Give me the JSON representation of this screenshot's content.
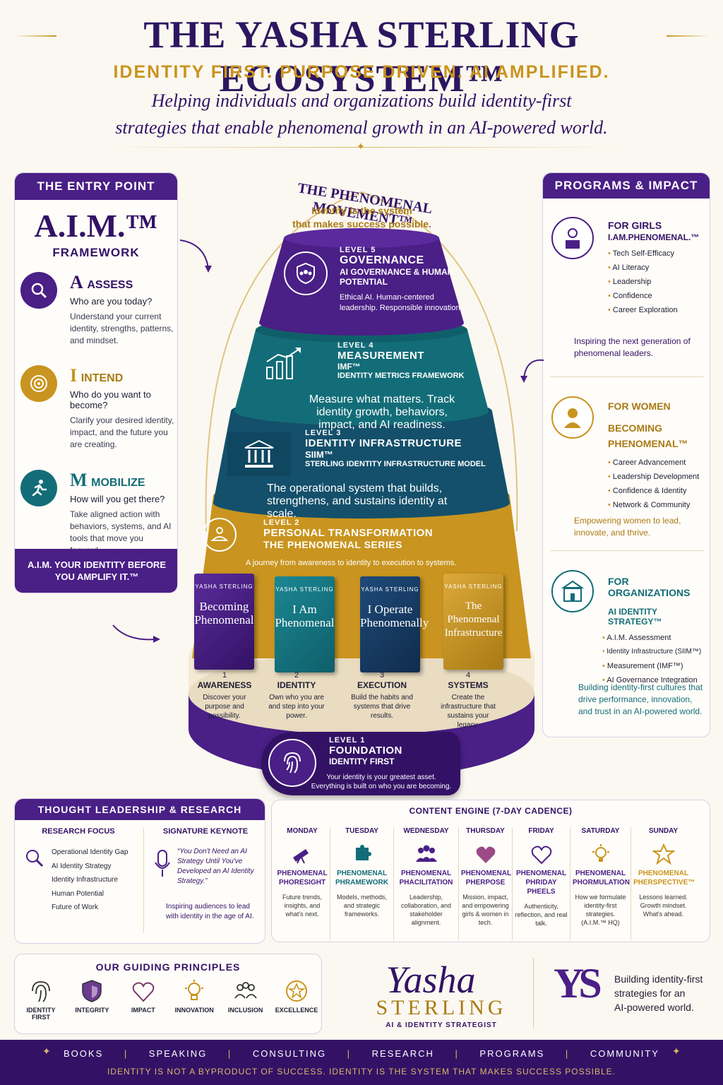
{
  "header": {
    "title": "THE YASHA STERLING ECOSYSTEM™",
    "tagline": "IDENTITY FIRST. PURPOSE DRIVEN. AI AMPLIFIED.",
    "mission_line1": "Helping individuals and organizations build identity-first",
    "mission_line2": "strategies that enable phenomenal growth in an AI-powered world."
  },
  "entry": {
    "heading": "THE ENTRY POINT",
    "title": "A.I.M.™",
    "subtitle": "FRAMEWORK",
    "items": [
      {
        "letter": "A",
        "word": "ASSESS",
        "question": "Who are you today?",
        "desc": "Understand your current identity, strengths, patterns, and mindset.",
        "icon": "magnifier-icon"
      },
      {
        "letter": "I",
        "word": "INTEND",
        "question": "Who do you want to become?",
        "desc": "Clarify your desired identity, impact, and the future you are creating.",
        "icon": "target-icon"
      },
      {
        "letter": "M",
        "word": "MOBILIZE",
        "question": "How will you get there?",
        "desc": "Take aligned action with behaviors, systems, and AI tools that move you forward.",
        "icon": "runner-icon"
      }
    ],
    "footer": "A.I.M. YOUR IDENTITY BEFORE YOU AMPLIFY IT.™"
  },
  "pyramid": {
    "arc_title": "THE PHENOMENAL MOVEMENT™",
    "arc_sub1": "Identity is the system",
    "arc_sub2": "that makes success possible.",
    "level5": {
      "level": "LEVEL 5",
      "title": "GOVERNANCE",
      "sub": "AI GOVERNANCE & HUMAN POTENTIAL",
      "desc": "Ethical AI. Human-centered leadership. Responsible innovation."
    },
    "level4": {
      "level": "LEVEL 4",
      "title": "MEASUREMENT",
      "sub1": "IMF™",
      "sub2": "IDENTITY METRICS FRAMEWORK",
      "desc": "Measure what matters. Track identity growth, behaviors, impact, and AI readiness."
    },
    "level3": {
      "level": "LEVEL 3",
      "title": "IDENTITY INFRASTRUCTURE",
      "sub1": "SIIM™",
      "sub2": "STERLING IDENTITY INFRASTRUCTURE MODEL",
      "desc": "The operational system that builds, strengthens, and sustains identity at scale."
    },
    "level2": {
      "level": "LEVEL 2",
      "title": "PERSONAL TRANSFORMATION",
      "sub": "THE PHENOMENAL SERIES",
      "desc": "A journey from awareness to identity to execution to systems."
    },
    "books": [
      {
        "author": "YASHA STERLING",
        "title": "Becoming Phenomenal",
        "num": "1",
        "label": "AWARENESS",
        "desc": "Discover your purpose and possibility."
      },
      {
        "author": "YASHA STERLING",
        "title": "I Am Phenomenal",
        "num": "2",
        "label": "IDENTITY",
        "desc": "Own who you are and step into your power."
      },
      {
        "author": "YASHA STERLING",
        "title": "I Operate Phenomenally",
        "num": "3",
        "label": "EXECUTION",
        "desc": "Build the habits and systems that drive results."
      },
      {
        "author": "YASHA STERLING",
        "title": "The Phenomenal Infrastructure",
        "num": "4",
        "label": "SYSTEMS",
        "desc": "Create the infrastructure that sustains your legacy."
      }
    ],
    "level1": {
      "level": "LEVEL 1",
      "title": "FOUNDATION",
      "sub": "IDENTITY FIRST",
      "desc1": "Your identity is your greatest asset.",
      "desc2": "Everything is built on who you are becoming."
    }
  },
  "programs": {
    "heading": "PROGRAMS & IMPACT",
    "groups": [
      {
        "for": "FOR GIRLS",
        "name": "I.AM.PHENOMENAL.™",
        "items": [
          "Tech Self-Efficacy",
          "AI Literacy",
          "Leadership",
          "Confidence",
          "Career Exploration"
        ],
        "foot": "Inspiring the next generation of phenomenal leaders."
      },
      {
        "for": "FOR WOMEN",
        "name": "BECOMING PHENOMENAL™",
        "items": [
          "Career Advancement",
          "Leadership Development",
          "Confidence & Identity",
          "Network & Community"
        ],
        "foot": "Empowering women to lead, innovate, and thrive."
      },
      {
        "for": "FOR ORGANIZATIONS",
        "name": "AI IDENTITY STRATEGY™",
        "items": [
          "A.I.M. Assessment",
          "Identity Infrastructure (SIIM™)",
          "Measurement (IMF™)",
          "AI Governance Integration"
        ],
        "foot": "Building identity-first cultures that drive performance, innovation, and trust in an AI-powered world."
      }
    ]
  },
  "research": {
    "heading": "THOUGHT LEADERSHIP & RESEARCH",
    "focus_title": "RESEARCH FOCUS",
    "focus_items": [
      "Operational Identity Gap",
      "AI Identity Strategy",
      "Identity Infrastructure",
      "Human Potential",
      "Future of Work"
    ],
    "keynote_title": "SIGNATURE KEYNOTE",
    "keynote_quote": "“You Don't Need an AI Strategy Until You've Developed an AI Identity Strategy.”",
    "keynote_foot": "Inspiring audiences to lead with identity in the age of AI."
  },
  "content": {
    "heading": "CONTENT ENGINE (7-DAY CADENCE)",
    "days": [
      {
        "day": "MONDAY",
        "title": "PHENOMENAL PHORESIGHT",
        "desc": "Future trends, insights, and what's next.",
        "color": "#4a1f86"
      },
      {
        "day": "TUESDAY",
        "title": "PHENOMENAL PHRAMEWORK",
        "desc": "Models, methods, and strategic frameworks.",
        "color": "#136d78"
      },
      {
        "day": "WEDNESDAY",
        "title": "PHENOMENAL PHACILITATION",
        "desc": "Leadership, collaboration, and stakeholder alignment.",
        "color": "#4a1f86"
      },
      {
        "day": "THURSDAY",
        "title": "PHENOMENAL PHERPOSE",
        "desc": "Mission, impact, and empowering girls & women in tech.",
        "color": "#4a1f86"
      },
      {
        "day": "FRIDAY",
        "title": "PHENOMENAL PHRIDAY PHEELS",
        "desc": "Authenticity, reflection, and real talk.",
        "color": "#4a1f86"
      },
      {
        "day": "SATURDAY",
        "title": "PHENOMENAL PHORMULATION",
        "desc": "How we formulate identity-first strategies. (A.I.M.™ HQ)",
        "color": "#4a1f86"
      },
      {
        "day": "SUNDAY",
        "title": "PHENOMENAL PHERSPECTIVE™",
        "desc": "Lessons learned. Growth mindset. What's ahead.",
        "color": "#c9941f"
      }
    ]
  },
  "principles": {
    "heading": "OUR GUIDING PRINCIPLES",
    "items": [
      "IDENTITY FIRST",
      "INTEGRITY",
      "IMPACT",
      "INNOVATION",
      "INCLUSION",
      "EXCELLENCE"
    ]
  },
  "brand": {
    "script": "Yasha",
    "name": "STERLING",
    "role": "AI & IDENTITY STRATEGIST",
    "monogram": "YS",
    "tag1": "Building identity-first",
    "tag2": "strategies for an",
    "tag3": "AI-powered world."
  },
  "nav": {
    "items": [
      "BOOKS",
      "SPEAKING",
      "CONSULTING",
      "RESEARCH",
      "PROGRAMS",
      "COMMUNITY"
    ],
    "footer": "IDENTITY IS NOT A BYPRODUCT OF SUCCESS. IDENTITY IS THE SYSTEM THAT MAKES SUCCESS POSSIBLE."
  }
}
